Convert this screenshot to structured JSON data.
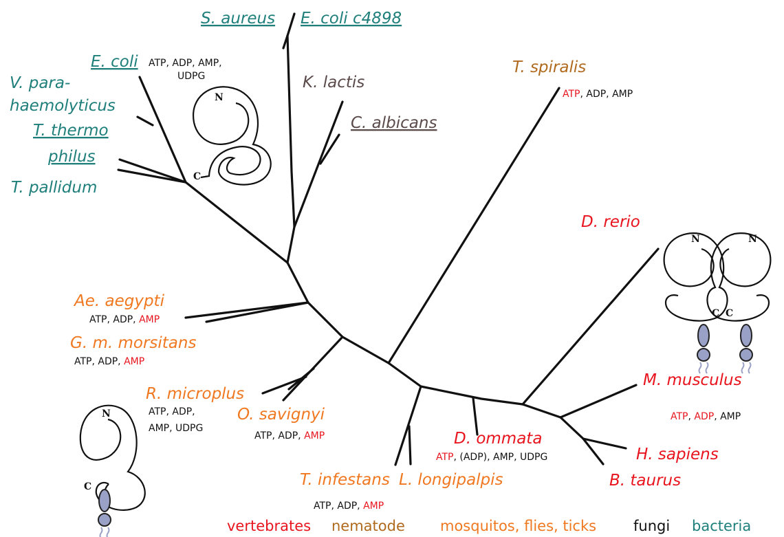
{
  "species": {
    "s_aureus": "S. aureus",
    "e_coli_c4898": "E. coli c4898",
    "e_coli": "E. coli",
    "v_para_1": "V. para-",
    "v_para_2": "haemolyticus",
    "t_thermo_1": "T. thermo",
    "t_thermo_2": "philus",
    "t_pallidum": "T. pallidum",
    "k_lactis": "K. lactis",
    "c_albicans": "C. albicans",
    "t_spiralis": "T. spiralis",
    "d_rerio": "D. rerio",
    "ae_aegypti": "Ae. aegypti",
    "g_morsitans": "G. m. morsitans",
    "r_microplus": "R. microplus",
    "o_savignyi": "O. savignyi",
    "t_infestans": "T. infestans",
    "l_longipalpis": "L. longipalpis",
    "d_ommata": "D. ommata",
    "m_musculus": "M. musculus",
    "h_sapiens": "H. sapiens",
    "b_taurus": "B. taurus"
  },
  "substrates": {
    "ecoli_line1": "ATP, ADP, AMP,",
    "ecoli_line2": "UDPG",
    "spiralis_atp": "ATP",
    "spiralis_rest": ", ADP, AMP",
    "aegypti_prefix": "ATP, ADP, ",
    "aegypti_amp": "AMP",
    "morsitans_prefix": "ATP, ADP, ",
    "morsitans_amp": "AMP",
    "microplus_line1": "ATP, ADP,",
    "microplus_line2": "AMP, UDPG",
    "savignyi_prefix": "ATP, ADP, ",
    "savignyi_amp": "AMP",
    "infestans_prefix": "ATP, ADP, ",
    "infestans_amp": "AMP",
    "ommata_atp": "ATP",
    "ommata_rest": ", (ADP), AMP, UDPG",
    "musculus_atp": "ATP",
    "musculus_sep": ", ",
    "musculus_adp": "ADP",
    "musculus_rest": ", AMP"
  },
  "terminals": {
    "n": "N",
    "c": "C"
  },
  "legend": {
    "vertebrates": "vertebrates",
    "nematode": "nematode",
    "insects": "mosquitos, flies, ticks",
    "fungi": "fungi",
    "bacteria": "bacteria"
  },
  "colors": {
    "bacteria": "#1f7f7b",
    "fungi": "#5a4a4a",
    "nematode": "#b06a1e",
    "insects": "#f07820",
    "vertebrates": "#e8141e"
  }
}
